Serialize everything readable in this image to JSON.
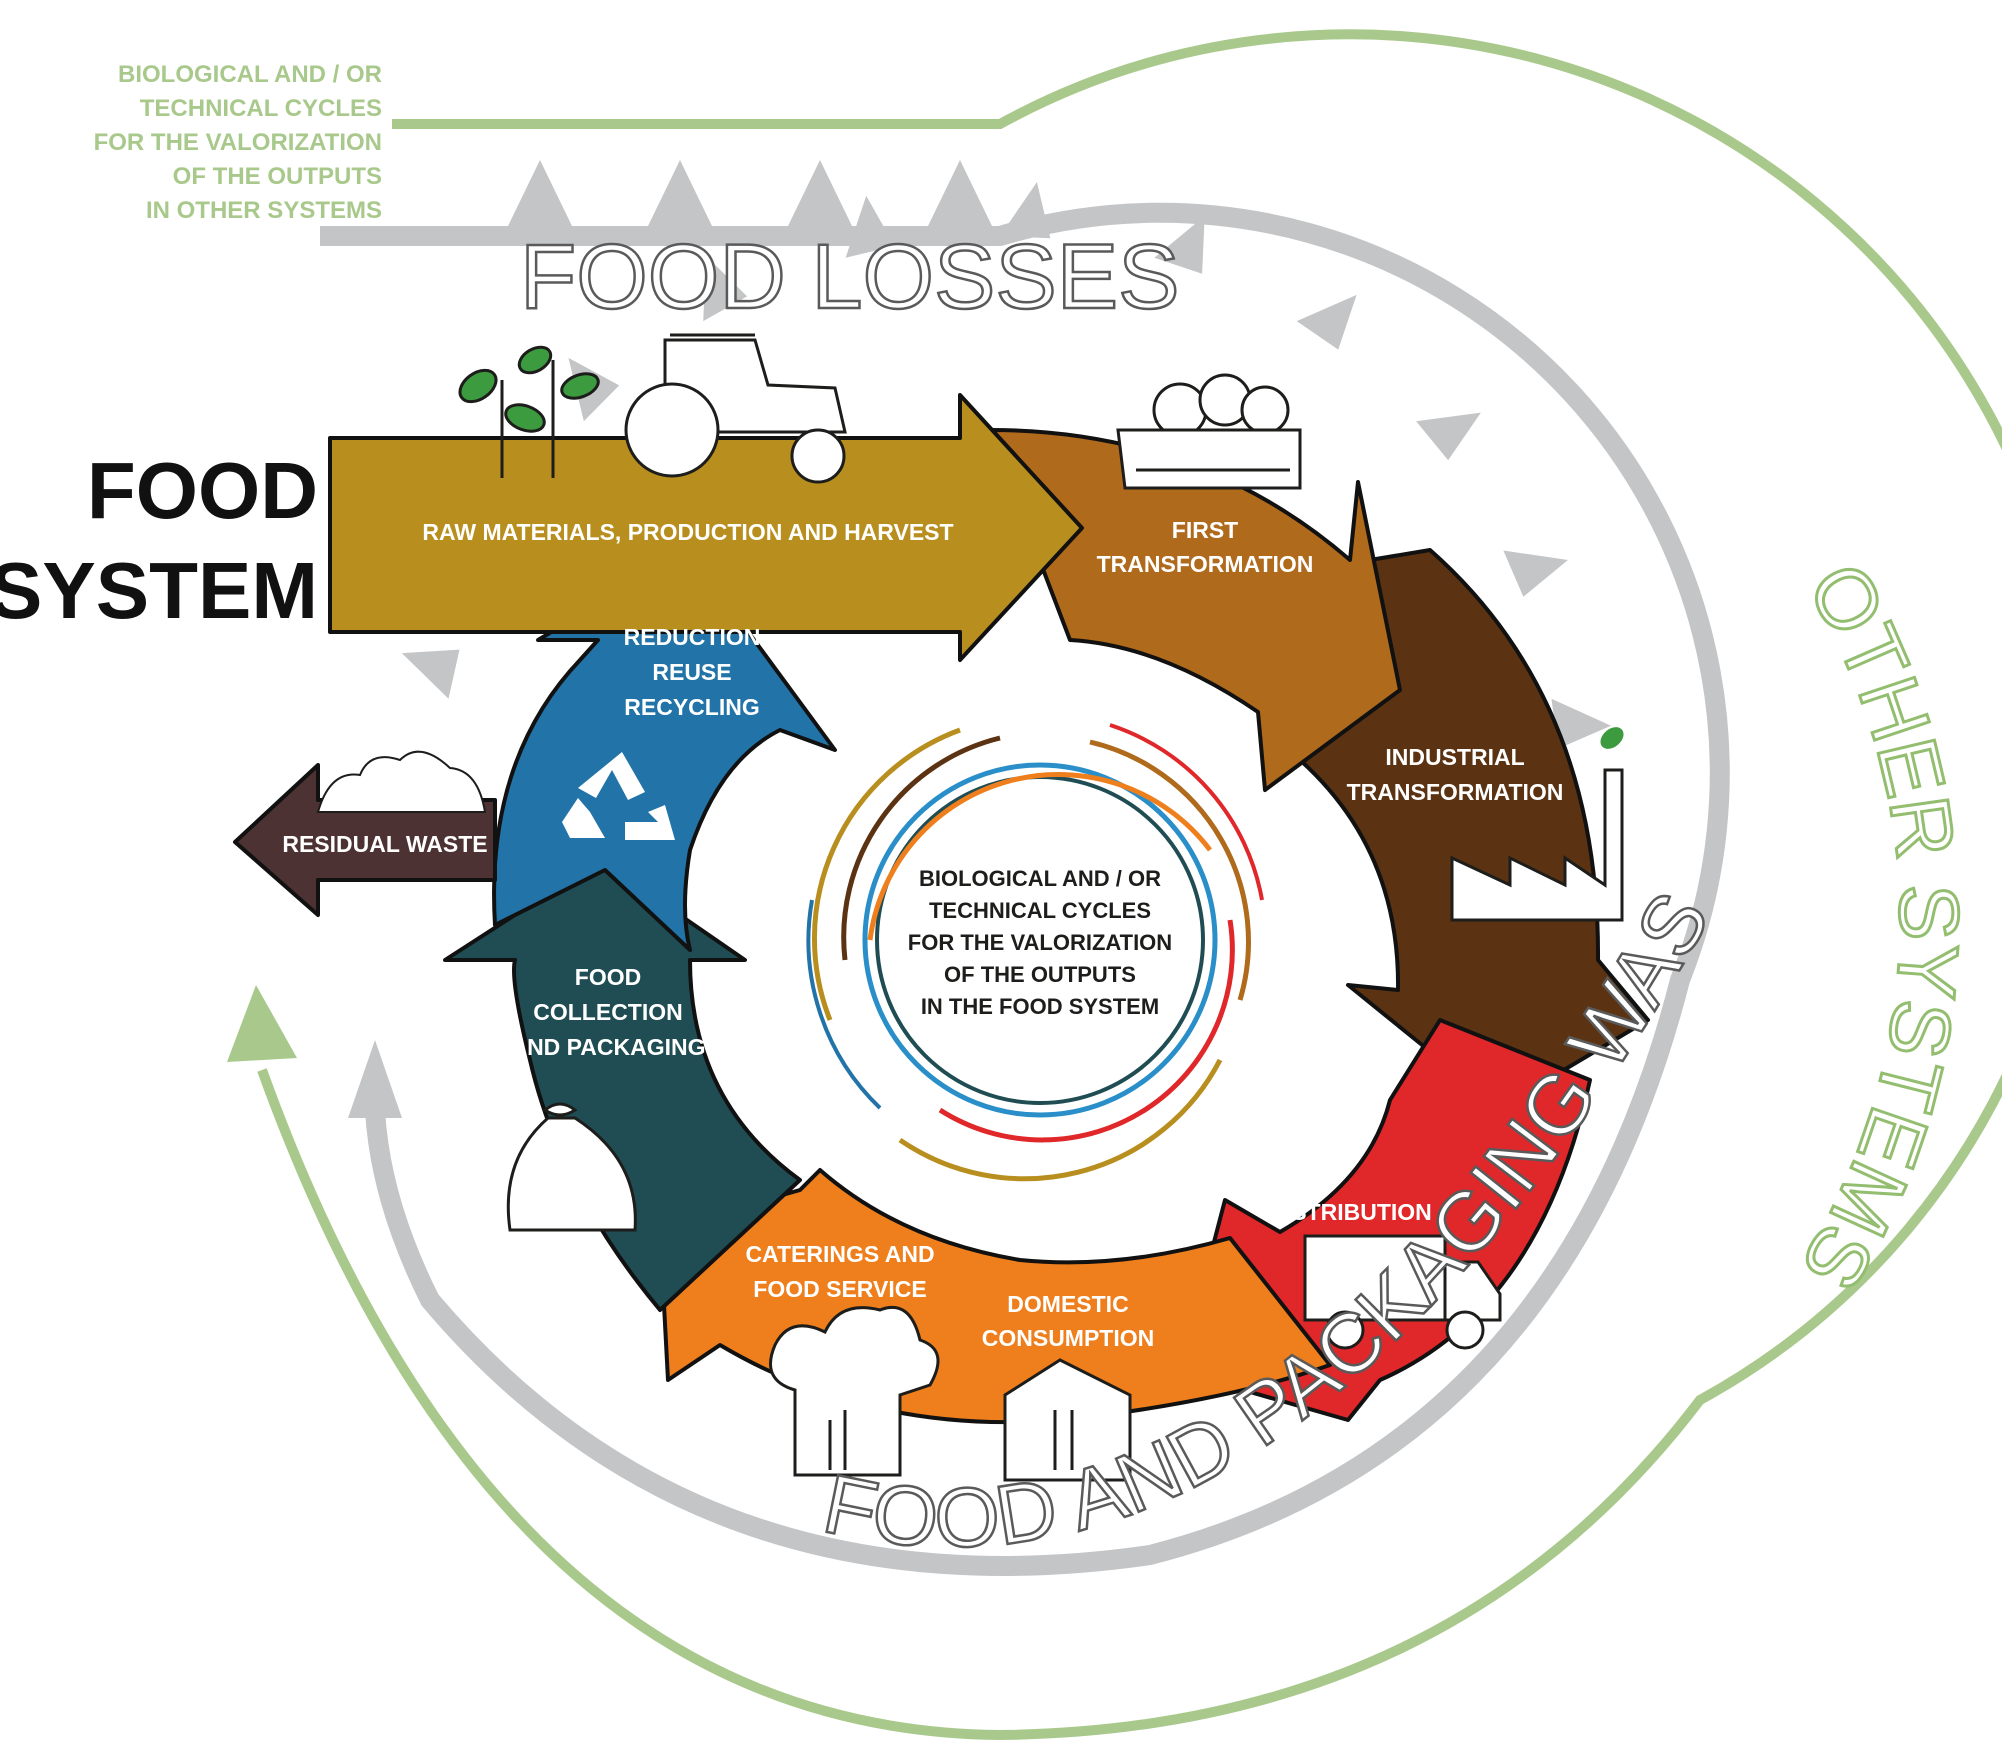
{
  "title": {
    "line1": "FOOD",
    "line2": "SYSTEM"
  },
  "food_losses": "FOOD LOSSES",
  "food_packaging_waste": "FOOD AND PACKAGING WASTE",
  "other_systems": "OTHER SYSTEMS",
  "external_cycles": {
    "lines": [
      "BIOLOGICAL AND / OR",
      "TECHNICAL CYCLES",
      "FOR THE VALORIZATION",
      "OF THE OUTPUTS",
      "IN OTHER SYSTEMS"
    ]
  },
  "internal_cycles": {
    "lines": [
      "BIOLOGICAL AND / OR",
      "TECHNICAL CYCLES",
      "FOR THE VALORIZATION",
      "OF THE OUTPUTS",
      "IN THE FOOD SYSTEM"
    ]
  },
  "stages": {
    "raw": {
      "label": "RAW MATERIALS, PRODUCTION AND HARVEST",
      "color": "#b88f1e"
    },
    "first": {
      "line1": "FIRST",
      "line2": "TRANSFORMATION",
      "color": "#b06a1c"
    },
    "industrial": {
      "line1": "INDUSTRIAL",
      "line2": "TRANSFORMATION",
      "color": "#5b3312"
    },
    "distribution": {
      "label": "DISTRIBUTION",
      "color": "#e0272a"
    },
    "consumption": {
      "caterings1": "CATERINGS AND",
      "caterings2": "FOOD SERVICE",
      "domestic1": "DOMESTIC",
      "domestic2": "CONSUMPTION",
      "color": "#ee7f1c"
    },
    "collection": {
      "line1": "FOOD",
      "line2": "COLLECTION",
      "line3": "AND PACKAGING",
      "color": "#1f4d53"
    },
    "reduction": {
      "line1": "REDUCTION",
      "line2": "REUSE",
      "line3": "RECYCLING",
      "color": "#2273a8"
    },
    "residual": {
      "label": "RESIDUAL WASTE",
      "color": "#4d3233"
    }
  },
  "icons": [
    "plant-icon",
    "tractor-icon",
    "crate-icon",
    "factory-icon",
    "truck-icon",
    "chef-hat-icon",
    "house-icon",
    "sack-icon",
    "recycle-icon",
    "waste-pile-icon"
  ],
  "colors": {
    "grey_flow": "#c4c5c7",
    "green_flow": "#a8c98b"
  }
}
